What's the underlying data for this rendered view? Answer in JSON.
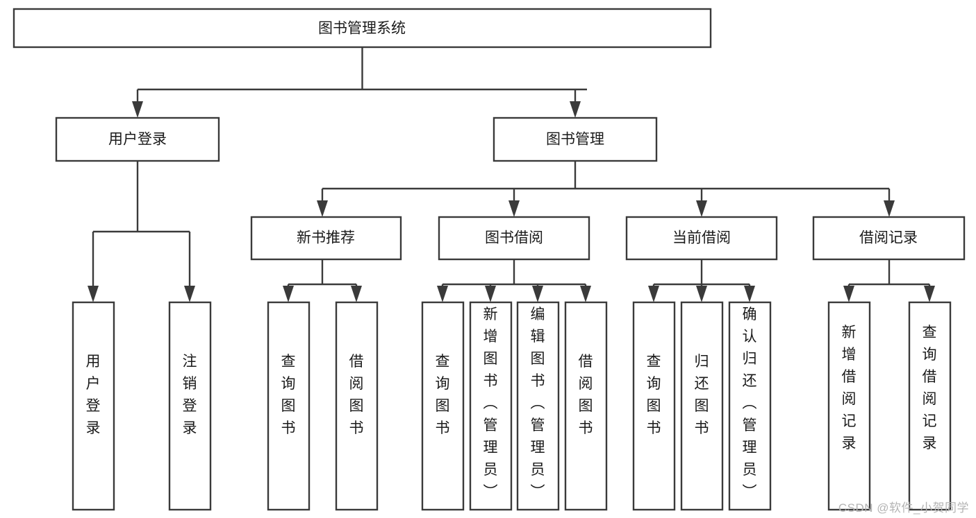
{
  "diagram": {
    "title": "图书管理系统",
    "type": "tree-hierarchy-flowchart",
    "watermark": "CSDN @软件_小贺同学",
    "colors": {
      "box_stroke": "#3a3a3a",
      "box_fill": "#ffffff",
      "edge": "#3a3a3a",
      "text": "#1a1a1a",
      "background": "#ffffff",
      "watermark": "#b4b4b4"
    },
    "root": {
      "label": "图书管理系统"
    },
    "level2": [
      {
        "label": "用户登录"
      },
      {
        "label": "图书管理"
      }
    ],
    "level3": [
      {
        "label": "新书推荐"
      },
      {
        "label": "图书借阅"
      },
      {
        "label": "当前借阅"
      },
      {
        "label": "借阅记录"
      }
    ],
    "leaves": {
      "user_login": [
        {
          "label": "用户登录"
        },
        {
          "label": "注销登录"
        }
      ],
      "new_book_recommend": [
        {
          "label": "查询图书"
        },
        {
          "label": "借阅图书"
        }
      ],
      "book_borrow": [
        {
          "label": "查询图书"
        },
        {
          "label": "新增图书（管理员）"
        },
        {
          "label": "编辑图书（管理员）"
        },
        {
          "label": "借阅图书"
        }
      ],
      "current_borrow": [
        {
          "label": "查询图书"
        },
        {
          "label": "归还图书"
        },
        {
          "label": "确认归还（管理员）"
        }
      ],
      "borrow_records": [
        {
          "label": "新增借阅记录"
        },
        {
          "label": "查询借阅记录"
        }
      ]
    }
  }
}
